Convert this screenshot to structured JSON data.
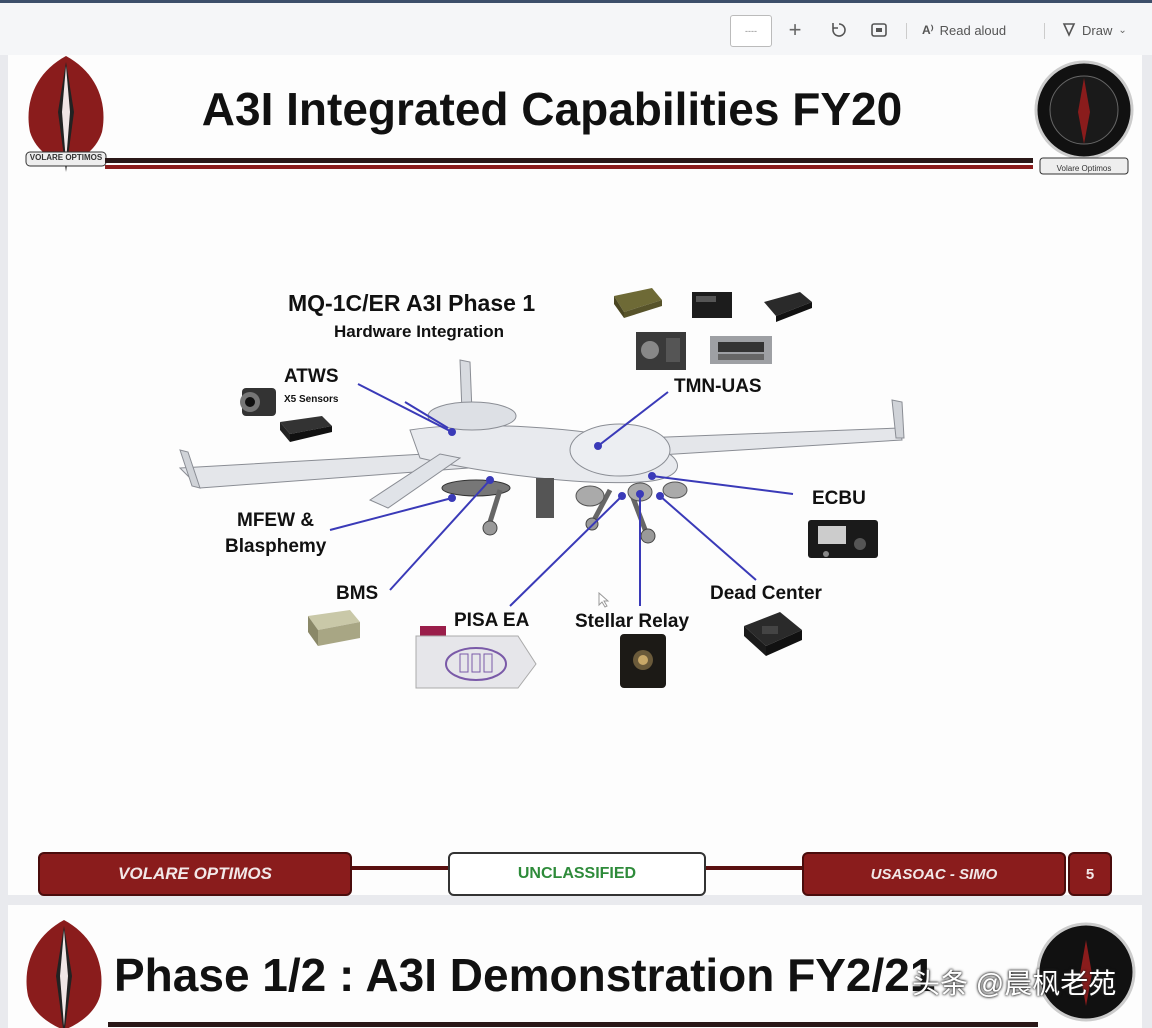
{
  "viewer": {
    "box_label": "----",
    "read_aloud_label": "Read aloud",
    "draw_label": "Draw"
  },
  "slide1": {
    "title": "A3I Integrated Capabilities FY20",
    "left_logo_text": "VOLARE OPTIMOS",
    "right_logo_text": "Volare Optimos",
    "diagram": {
      "heading": "MQ-1C/ER A3I Phase 1",
      "subheading": "Hardware Integration",
      "labels": {
        "atws": "ATWS",
        "atws_sub": "X5 Sensors",
        "tmn": "TMN-UAS",
        "ecbu": "ECBU",
        "mfew_line1": "MFEW &",
        "mfew_line2": "Blasphemy",
        "bms": "BMS",
        "pisa": "PISA EA",
        "stellar": "Stellar Relay",
        "dead_center": "Dead Center"
      }
    },
    "footer": {
      "left": "VOLARE OPTIMOS",
      "center": "UNCLASSIFIED",
      "right": "USASOAC - SIMO",
      "page": "5"
    }
  },
  "slide2": {
    "title": "Phase 1/2 : A3I Demonstration FY2",
    "title_tail": "/21"
  },
  "watermark": "头条 @晨枫老苑",
  "colors": {
    "accent_red": "#8a1c1c",
    "unclassified_green": "#2e8b3a",
    "leader_line": "#3a3ab8"
  }
}
